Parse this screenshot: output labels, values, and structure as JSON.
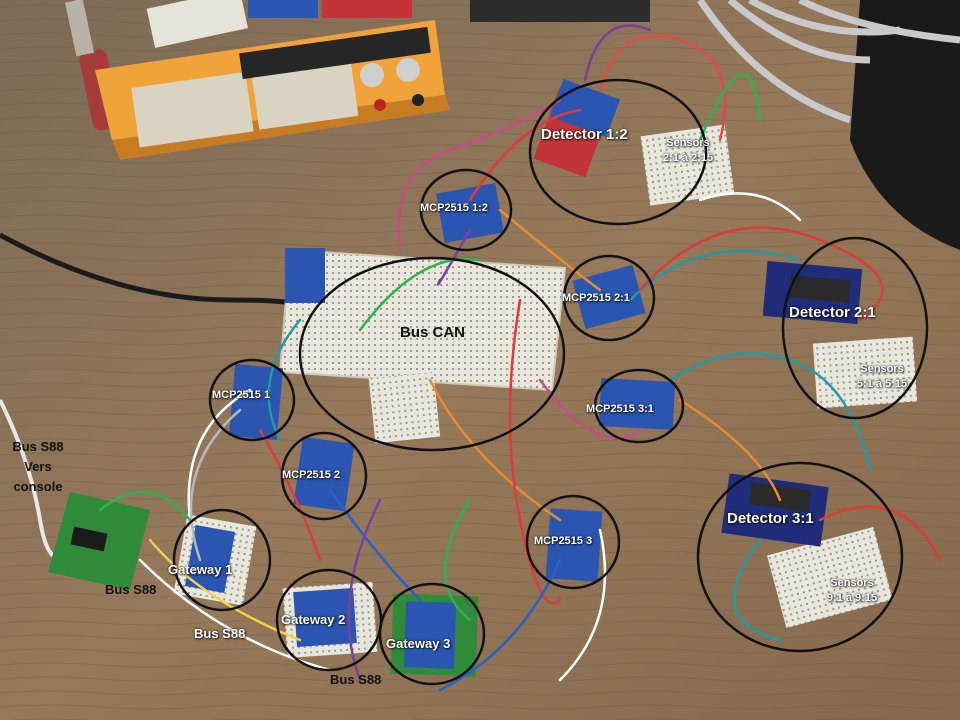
{
  "annotations": {
    "detector_1_2": "Detector 1:2",
    "sensors_2_title": "Sensors",
    "sensors_2_range": "2:1 à 2:15",
    "mcp_1_2": "MCP2515  1:2",
    "mcp_2_1": "MCP2515  2:1",
    "detector_2_1": "Detector 2:1",
    "sensors_5_title": "Sensors",
    "sensors_5_range": "5:1 à 5:15",
    "bus_can": "Bus CAN",
    "mcp_1": "MCP2515  1",
    "mcp_3_1": "MCP2515  3:1",
    "mcp_2": "MCP2515  2",
    "bus_s88_console_1": "Bus S88",
    "bus_s88_console_2": "Vers",
    "bus_s88_console_3": "console",
    "detector_3_1": "Detector 3:1",
    "mcp_3": "MCP2515  3",
    "gateway_1": "Gateway 1",
    "sensors_9_title": "Sensors",
    "sensors_9_range": "9:1 à 9:15",
    "bus_s88_a": "Bus S88",
    "gateway_2": "Gateway 2",
    "bus_s88_b": "Bus S88",
    "gateway_3": "Gateway 3",
    "bus_s88_c": "Bus S88"
  },
  "colors": {
    "table_wood": "#8a7258",
    "board_blue": "#2a55b0",
    "breadboard": "#e9e6dc",
    "green_board": "#2f8a3a",
    "psu_orange": "#f0a33a",
    "annotation_circle": "#111111"
  }
}
